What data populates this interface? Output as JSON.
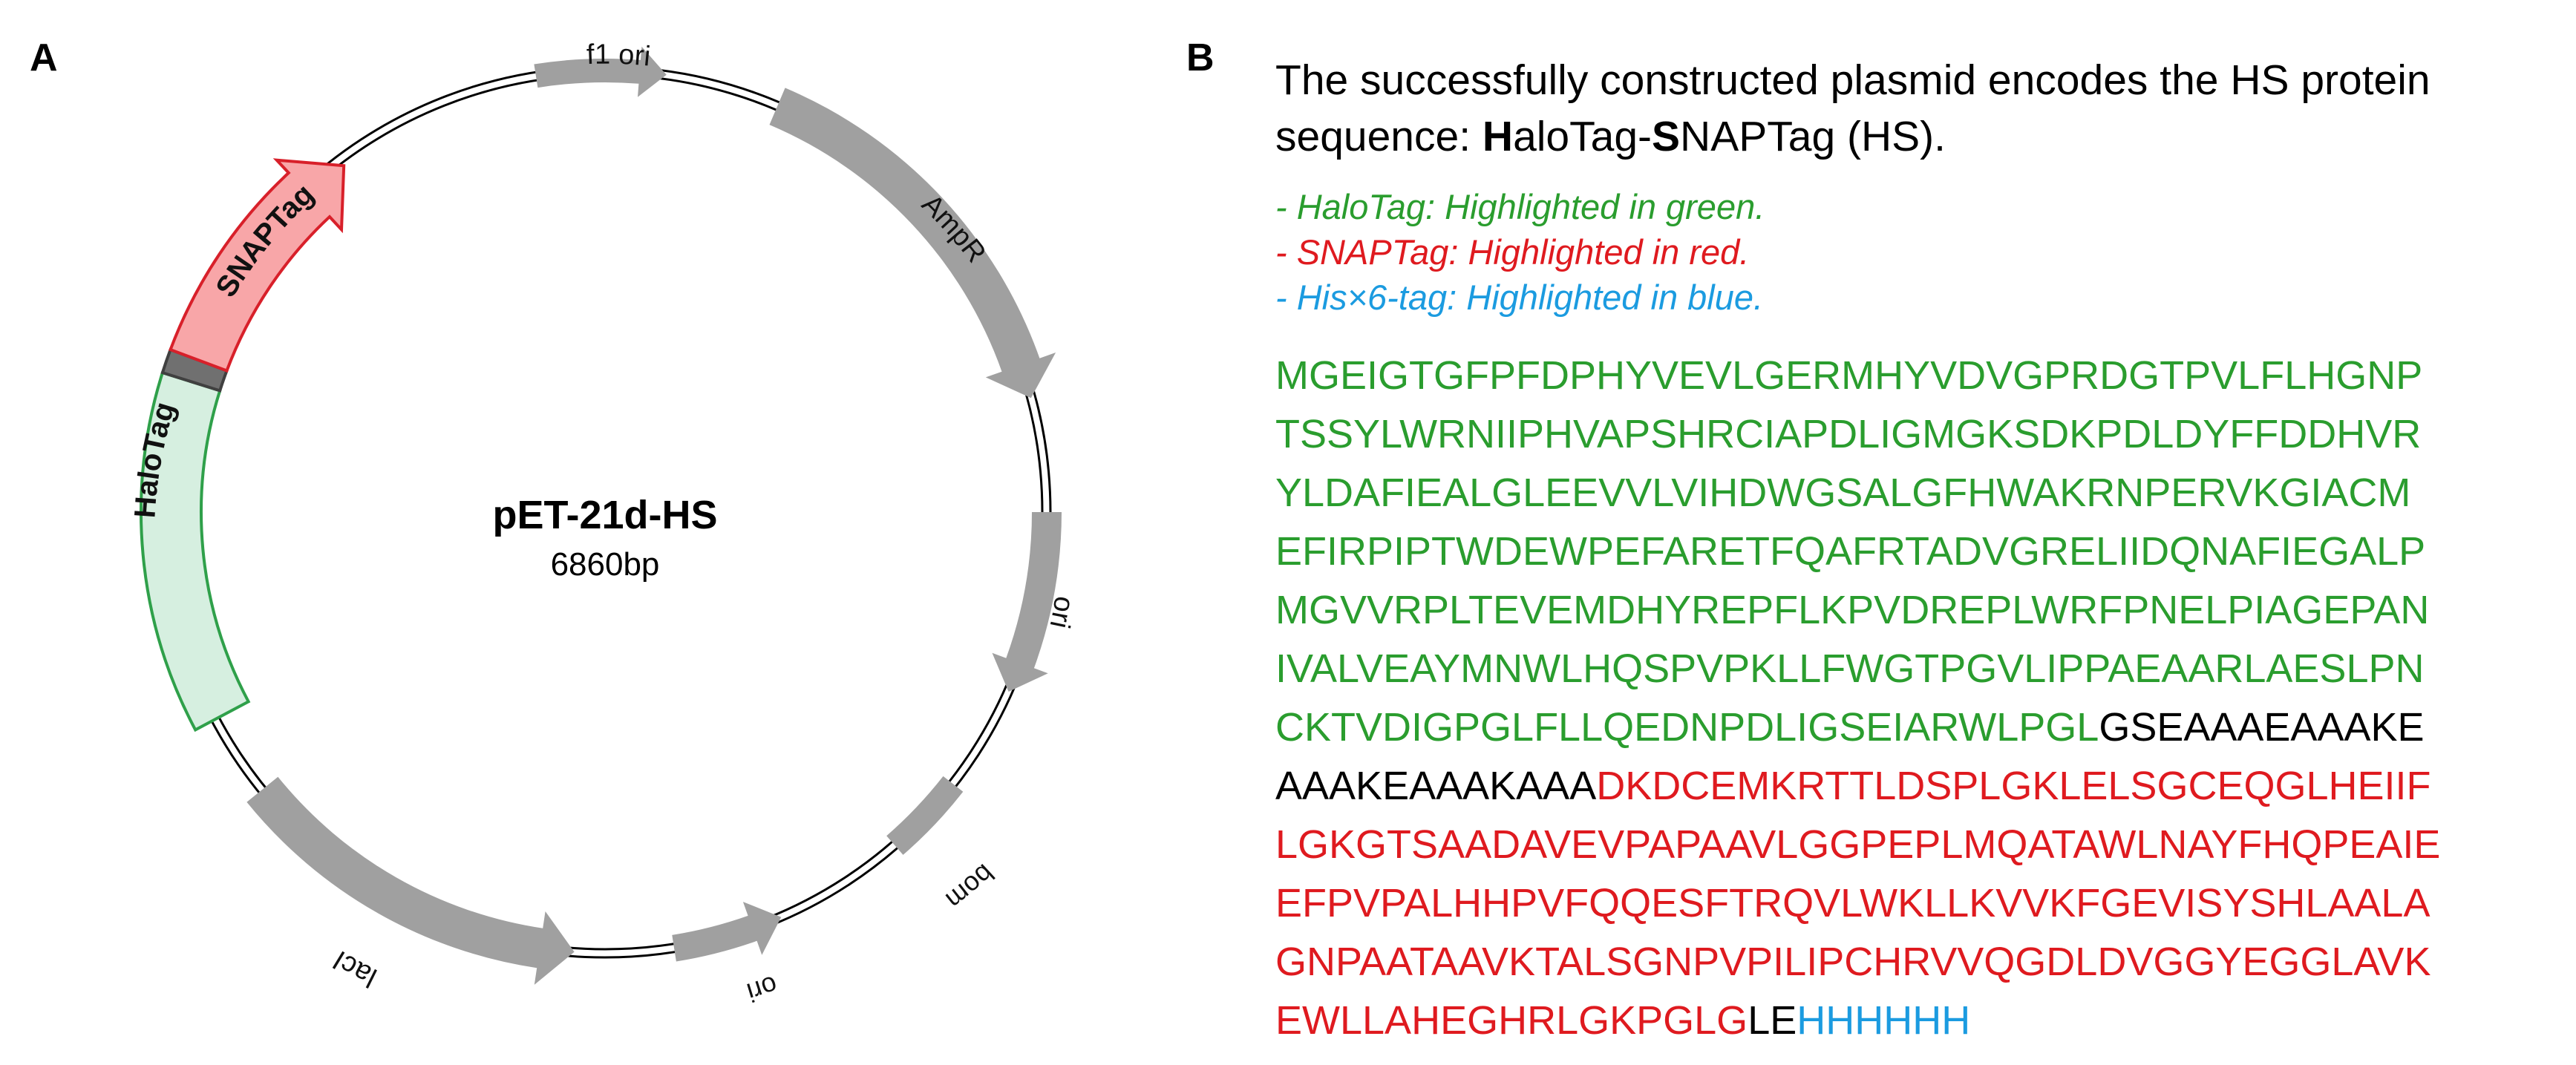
{
  "panel_a": {
    "label": "A",
    "plasmid_name": "pET-21d-HS",
    "plasmid_size": "6860bp",
    "features": {
      "f1_ori": "f1 ori",
      "ampr": "AmpR",
      "ori_right": "ori",
      "bom": "bom",
      "ori_bottom": "ori",
      "laci": "lacI",
      "halotag": "HaloTag",
      "snaptag": "SNAPTag"
    },
    "colors": {
      "feature_gray": "#a0a0a0",
      "halotag_fill": "#d6efe0",
      "halotag_stroke": "#2fa04a",
      "snaptag_fill": "#f8a6a8",
      "snaptag_stroke": "#d8202a",
      "linker_block": "#707070"
    }
  },
  "panel_b": {
    "label": "B",
    "intro_line1": "The successfully constructed plasmid encodes the HS protein",
    "intro_line2_prefix": "sequence: ",
    "intro_h_bold": "H",
    "intro_h_rest": "aloTag-",
    "intro_s_bold": "S",
    "intro_s_rest": "NAPTag (HS).",
    "legend": [
      {
        "text": "- HaloTag: Highlighted in green.",
        "color": "#2a9d2e"
      },
      {
        "text": "- SNAPTag: Highlighted in red.",
        "color": "#df1a1f"
      },
      {
        "text": "- His×6-tag: Highlighted in blue.",
        "color": "#1b9be0"
      }
    ],
    "sequence_lines": [
      [
        {
          "t": "MGEIGTGFPFDPHYVEVLGERMHYVDVGPRDGTPVLFLHGNP",
          "c": "g"
        }
      ],
      [
        {
          "t": "TSSYLWRNIIPHVAPSHRCIAPDLIGMGKSDKPDLDYFFDDHVR",
          "c": "g"
        }
      ],
      [
        {
          "t": "YLDAFIEALGLEEVVLVIHDWGSALGFHWAKRNPERVKGIACM",
          "c": "g"
        }
      ],
      [
        {
          "t": "EFIRPIPTWDEWPEFARETFQAFRTADVGRELIIDQNAFIEGALP",
          "c": "g"
        }
      ],
      [
        {
          "t": "MGVVRPLTEVEMDHYREPFLKPVDREPLWRFPNELPIAGEPAN",
          "c": "g"
        }
      ],
      [
        {
          "t": "IVALVEAYMNWLHQSPVPKLLFWGTPGVLIPPAEAARLAESLPN",
          "c": "g"
        }
      ],
      [
        {
          "t": "CKTVDIGPGLFLLQEDNPDLIGSEIARWLPGL",
          "c": "g"
        },
        {
          "t": "GSEAAAEAAAKE",
          "c": "k"
        }
      ],
      [
        {
          "t": "AAAKEAAAKAAA",
          "c": "k"
        },
        {
          "t": "DKDCEMKRTTLDSPLGKLELSGCEQGLHEIIF",
          "c": "r"
        }
      ],
      [
        {
          "t": "LGKGTSAADAVEVPAPAAVLGGPEPLMQATAWLNAYFHQPEAIE",
          "c": "r"
        }
      ],
      [
        {
          "t": "EFPVPALHHPVFQQESFTRQVLWKLLKVVKFGEVISYSHLAALA",
          "c": "r"
        }
      ],
      [
        {
          "t": "GNPAATAAVKTALSGNPVPILIPCHRVVQGDLDVGGYEGGLAVK",
          "c": "r"
        }
      ],
      [
        {
          "t": "EWLLAHEGHRLGKPGLG",
          "c": "r"
        },
        {
          "t": "LE",
          "c": "k"
        },
        {
          "t": "HHHHHH",
          "c": "b"
        }
      ]
    ]
  }
}
